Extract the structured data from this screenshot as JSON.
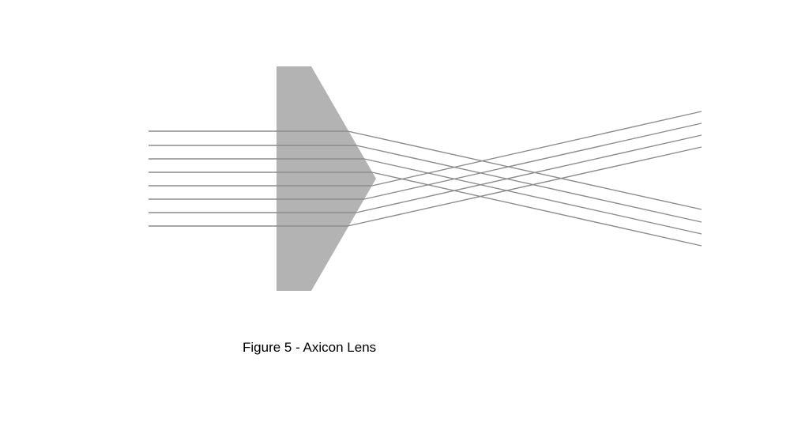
{
  "figure": {
    "caption": "Figure 5 - Axicon Lens"
  },
  "colors": {
    "lens_fill": "#b3b3b3",
    "ray_stroke": "#8c8c8c",
    "background": "#ffffff"
  },
  "diagram": {
    "incoming_ray_count": 8,
    "outgoing_ray_count": 8
  }
}
